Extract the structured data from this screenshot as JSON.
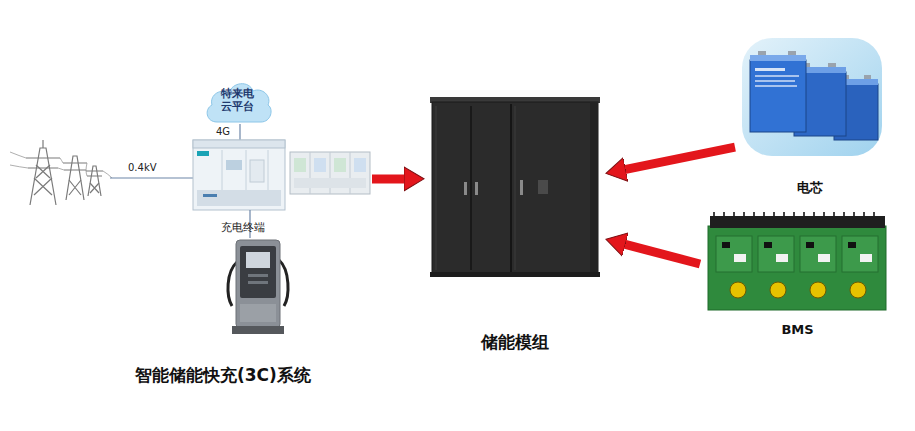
{
  "diagram": {
    "nodes": [
      {
        "text": [
          "智能储能快充(3C)系统"
        ]
      },
      {
        "text": [
          "特来电云平台"
        ],
        "in": 0
      },
      {
        "text": [
          "充电终端"
        ],
        "in": 0
      },
      {
        "text": [
          "储能模组"
        ]
      },
      {
        "text": [
          "电芯"
        ]
      },
      {
        "text": [
          "BMS"
        ]
      }
    ],
    "edges": [
      {
        "from": 0,
        "to": 3,
        "arrow": "to"
      },
      {
        "from": 4,
        "to": 3,
        "arrow": "to"
      },
      {
        "from": 5,
        "to": 3,
        "arrow": "to"
      }
    ],
    "labels": [
      "0.4kV",
      "4G"
    ]
  }
}
